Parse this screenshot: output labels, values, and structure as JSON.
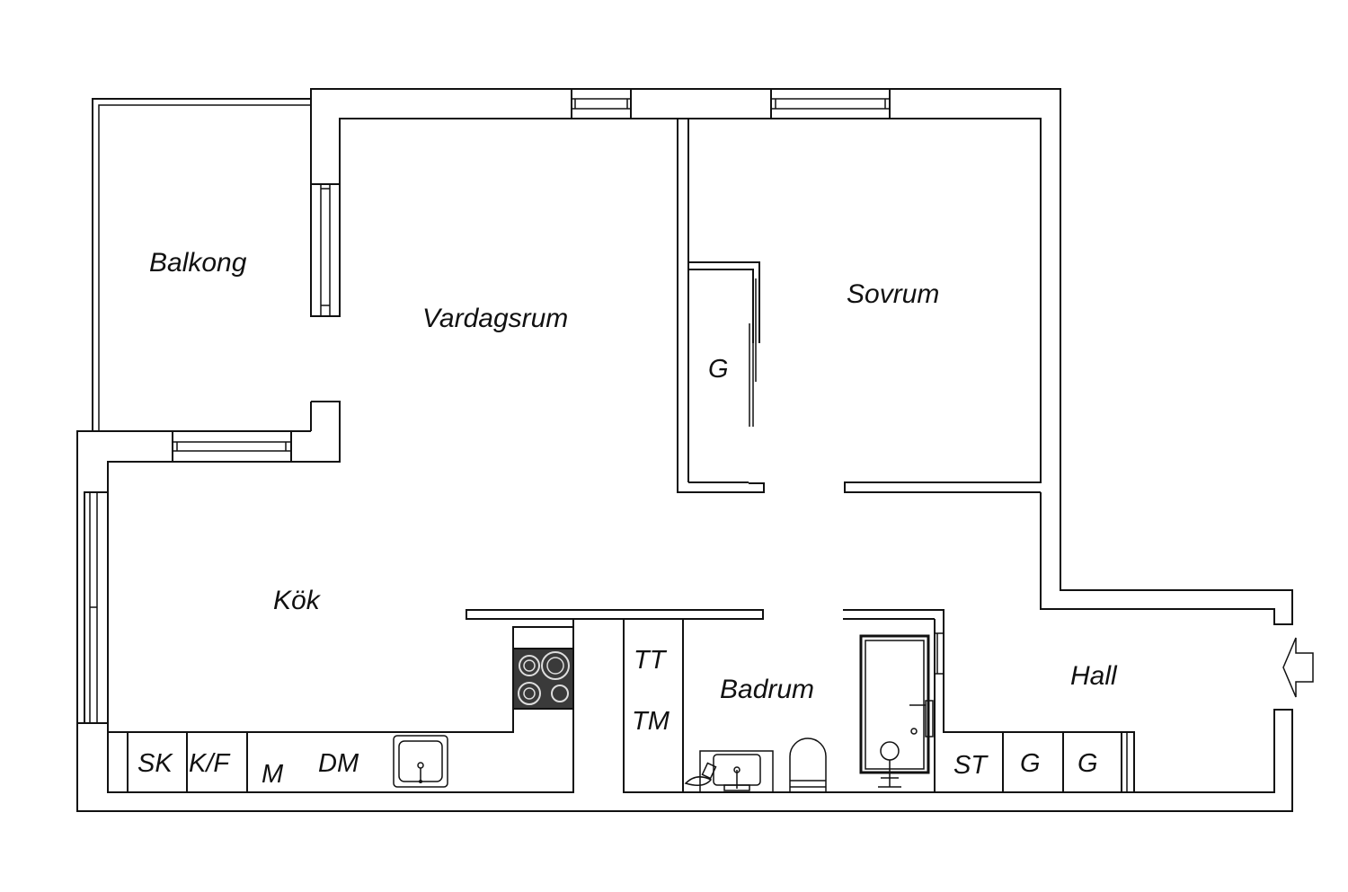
{
  "rooms": {
    "balkong": "Balkong",
    "vardagsrum": "Vardagsrum",
    "sovrum": "Sovrum",
    "kok": "Kök",
    "badrum": "Badrum",
    "hall": "Hall"
  },
  "fixtures": {
    "closet_bedroom": "G",
    "sk": "SK",
    "kf": "K/F",
    "m": "M",
    "dm": "DM",
    "tt": "TT",
    "tm": "TM",
    "st": "ST",
    "g1": "G",
    "g2": "G"
  },
  "icons": {
    "entrance": "arrow-left-icon",
    "stove": "stove-icon",
    "kitchen_sink": "sink-icon",
    "bath_sink": "sink-icon",
    "toilet": "toilet-icon",
    "shower": "shower-icon"
  },
  "colors": {
    "line": "#111111",
    "background": "#ffffff",
    "stove": "#3a3a3a"
  }
}
